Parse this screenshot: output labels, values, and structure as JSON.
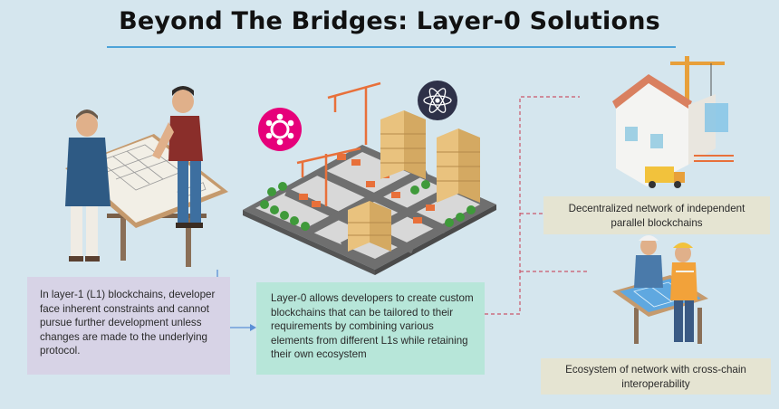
{
  "title": "Beyond The Bridges: Layer-0 Solutions",
  "boxes": {
    "l1_constraints": "In layer-1 (L1) blockchains, developer face inherent constraints and cannot pursue further development unless changes are made to the underlying protocol.",
    "l0_description": "Layer-0 allows developers to create custom blockchains that can be tailored to their requirements by combining various elements from different L1s while retaining their own ecosystem",
    "decentralized_network": "Decentralized network of independent parallel blockchains",
    "cross_chain_ecosystem": "Ecosystem of network with cross-chain interoperability"
  },
  "icons": {
    "polkadot": "polkadot-logo-icon",
    "cosmos": "cosmos-atom-logo-icon"
  },
  "colors": {
    "background": "#d5e6ee",
    "title_rule": "#4da3d8",
    "box_l1": "#d7d3e6",
    "box_l0": "#b7e6d9",
    "box_outcome": "#e5e4d2",
    "connector": "#c9576a",
    "arrow": "#5b8fd6"
  }
}
